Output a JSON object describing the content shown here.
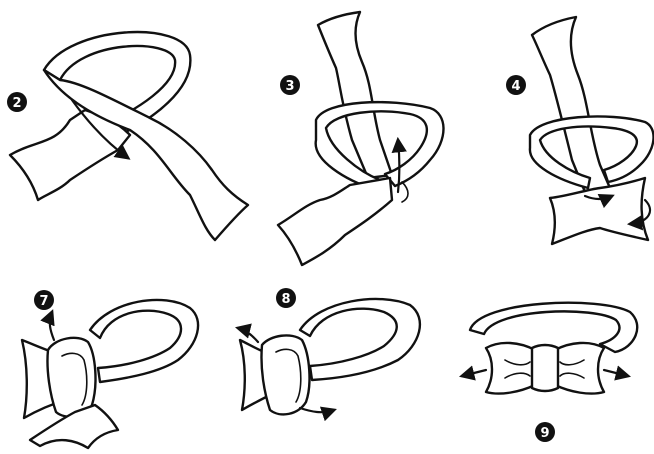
{
  "diagram": {
    "colors": {
      "ink": "#111111",
      "paper": "#ffffff"
    },
    "steps": [
      {
        "id": "step-2",
        "number": "2"
      },
      {
        "id": "step-3",
        "number": "3"
      },
      {
        "id": "step-4",
        "number": "4"
      },
      {
        "id": "step-7",
        "number": "7"
      },
      {
        "id": "step-8",
        "number": "8"
      },
      {
        "id": "step-9",
        "number": "9"
      }
    ],
    "icons": [
      "arrow-icon",
      "curved-arrow-icon"
    ]
  }
}
